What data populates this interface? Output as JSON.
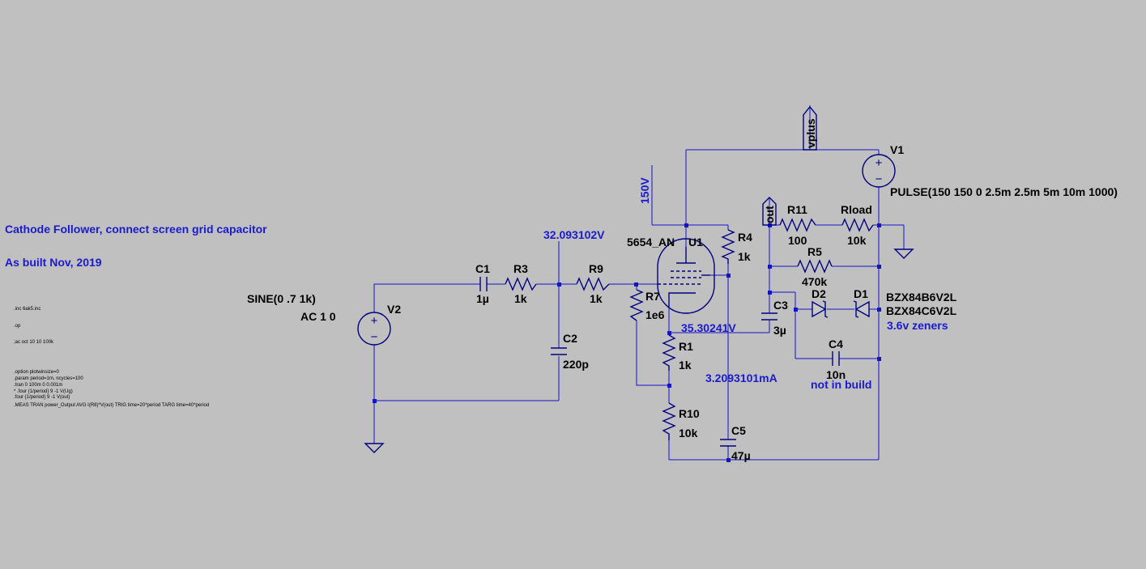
{
  "title_lines": [
    "Cathode Follower, connect screen grid capacitor",
    "As built Nov, 2019"
  ],
  "directives": [
    ".inc 6ak5.inc",
    ".op",
    ";ac oct 10 10 100k",
    ".option plotwinsize=0",
    ".param period=1m, ncycles=100",
    ".tran 0 100m 0 0.001m",
    "* .four {1/period} 9 -1 V(Ug)",
    ".four {1/period} 9 -1 V(out)",
    ".MEAS TRAN power_Output AVG I(R8)*V(out) TRIG time=20*period TARG time=40*period"
  ],
  "sources": {
    "v2": {
      "name": "V2",
      "value": "SINE(0 .7 1k)",
      "ac": "AC 1 0"
    },
    "v1": {
      "name": "V1",
      "value": "PULSE(150 150 0 2.5m 2.5m 5m 10m 1000)"
    }
  },
  "components": {
    "c1": {
      "name": "C1",
      "value": "1µ"
    },
    "r3": {
      "name": "R3",
      "value": "1k"
    },
    "r9": {
      "name": "R9",
      "value": "1k"
    },
    "c2": {
      "name": "C2",
      "value": "220p"
    },
    "r7": {
      "name": "R7",
      "value": "1e6"
    },
    "u1": {
      "name": "U1",
      "model": "5654_AN"
    },
    "r4": {
      "name": "R4",
      "value": "1k"
    },
    "r1": {
      "name": "R1",
      "value": "1k"
    },
    "r10": {
      "name": "R10",
      "value": "10k"
    },
    "c5": {
      "name": "C5",
      "value": "47µ"
    },
    "r11": {
      "name": "R11",
      "value": "100"
    },
    "rload": {
      "name": "Rload",
      "value": "10k"
    },
    "r5": {
      "name": "R5",
      "value": "470k"
    },
    "c3": {
      "name": "C3",
      "value": "3µ"
    },
    "d2": {
      "name": "D2",
      "model": "BZX84B6V2L"
    },
    "d1": {
      "name": "D1",
      "model": "BZX84C6V2L"
    },
    "c4": {
      "name": "C4",
      "value": "10n"
    }
  },
  "notes": {
    "zeners": "3.6v zeners",
    "not_in_build": "not in build"
  },
  "net_labels": {
    "vplus": "vplus",
    "out": "out",
    "b_plus": "150V"
  },
  "annotations": {
    "grid_voltage": "32.093102V",
    "cathode_voltage": "35.30241V",
    "cathode_current": "3.2093101mA"
  },
  "colors": {
    "background": "#c0c0c0",
    "wire": "#1515c8",
    "component": "#000080",
    "annotation": "#1a1ad0"
  }
}
